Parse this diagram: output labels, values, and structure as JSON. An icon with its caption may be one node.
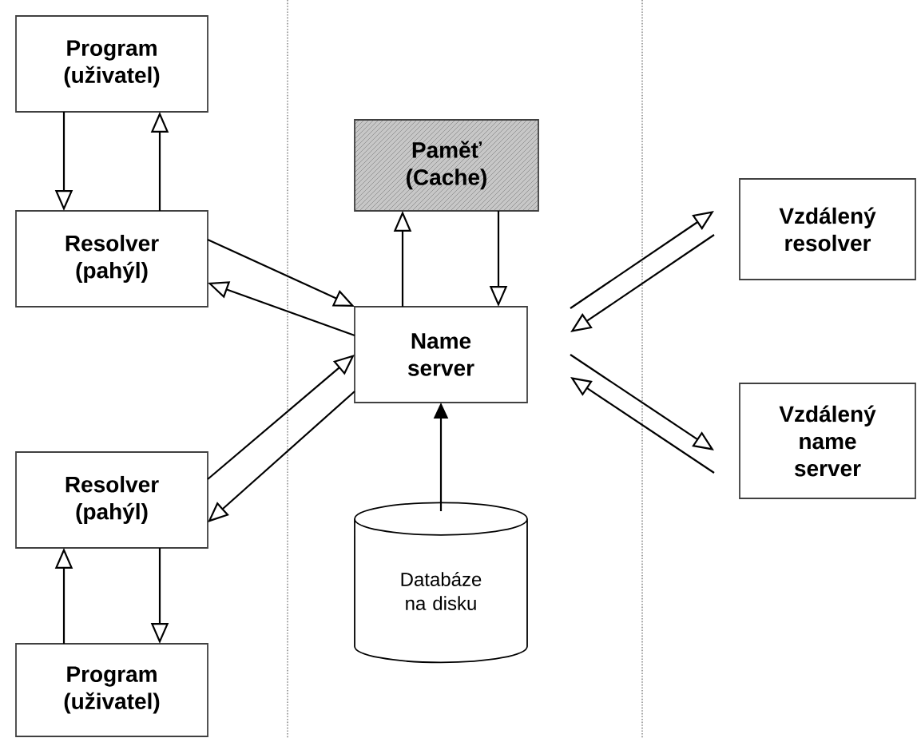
{
  "diagram": {
    "nodes": [
      {
        "text": [
          "Program (uživatel)"
        ]
      },
      {
        "text": [
          "Resolver (pahýl)"
        ]
      },
      {
        "text": [
          "Paměť (Cache)"
        ]
      },
      {
        "text": [
          "Name server"
        ]
      },
      {
        "text": [
          "Vzdálený resolver"
        ]
      },
      {
        "text": [
          "Vzdálený name server"
        ]
      },
      {
        "text": [
          "Resolver (pahýl)"
        ]
      },
      {
        "text": [
          "Program (uživatel)"
        ]
      },
      {
        "text": [
          "Databáze na disku"
        ]
      }
    ],
    "edges": [
      {
        "from": 0,
        "to": 1,
        "arrow": "to"
      },
      {
        "from": 1,
        "to": 0,
        "arrow": "to"
      },
      {
        "from": 1,
        "to": 3,
        "arrow": "to"
      },
      {
        "from": 3,
        "to": 1,
        "arrow": "to"
      },
      {
        "from": 3,
        "to": 2,
        "arrow": "to"
      },
      {
        "from": 2,
        "to": 3,
        "arrow": "to"
      },
      {
        "from": 3,
        "to": 4,
        "arrow": "to"
      },
      {
        "from": 4,
        "to": 3,
        "arrow": "to"
      },
      {
        "from": 3,
        "to": 5,
        "arrow": "to"
      },
      {
        "from": 5,
        "to": 3,
        "arrow": "to"
      },
      {
        "from": 6,
        "to": 3,
        "arrow": "to"
      },
      {
        "from": 3,
        "to": 6,
        "arrow": "to"
      },
      {
        "from": 8,
        "to": 3,
        "arrow": "to"
      },
      {
        "from": 7,
        "to": 6,
        "arrow": "to"
      },
      {
        "from": 6,
        "to": 7,
        "arrow": "to"
      }
    ]
  }
}
